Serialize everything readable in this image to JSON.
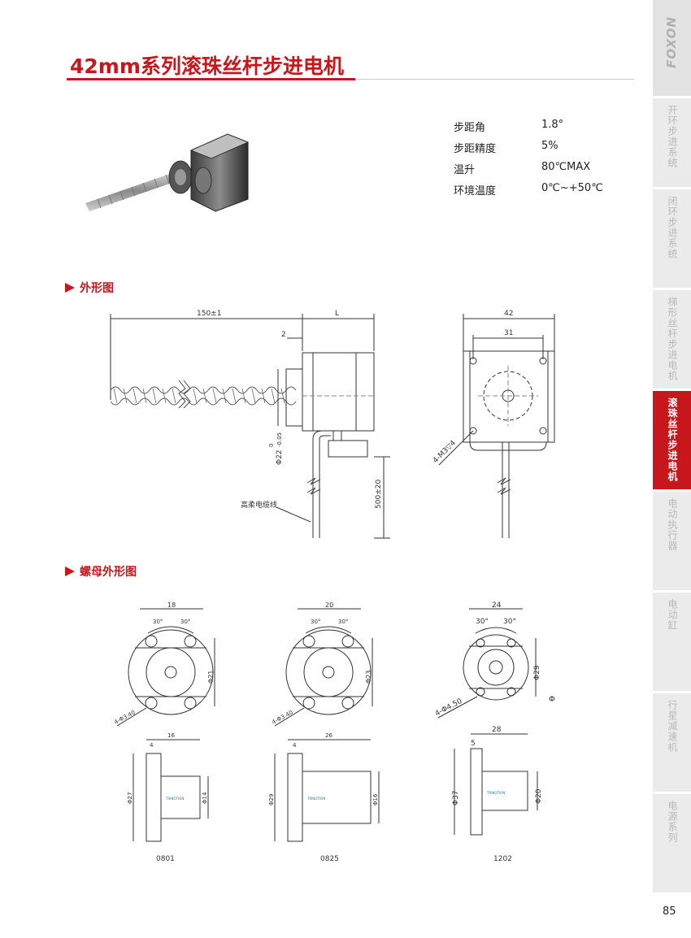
{
  "header": {
    "title": "42mm系列滚珠丝杆步进电机"
  },
  "sidebar": {
    "logo": "FOXON",
    "tabs": [
      {
        "label": "开环步进系统",
        "active": false
      },
      {
        "label": "闭环步进系统",
        "active": false
      },
      {
        "label": "梯形丝杆步进电机",
        "active": false
      },
      {
        "label": "滚珠丝杆步进电机",
        "active": true
      },
      {
        "label": "电动执行器",
        "active": false
      },
      {
        "label": "电动缸",
        "active": false
      },
      {
        "label": "行星减速机",
        "active": false
      },
      {
        "label": "电源系列",
        "active": false
      }
    ]
  },
  "specs": [
    {
      "label": "步距角",
      "value": "1.8°"
    },
    {
      "label": "步距精度",
      "value": "5%"
    },
    {
      "label": "温升",
      "value": "80℃MAX"
    },
    {
      "label": "环境温度",
      "value": "0℃~+50℃"
    }
  ],
  "sections": {
    "outline": "外形图",
    "nut_outline": "螺母外形图"
  },
  "outline_dims": {
    "length": "150±1",
    "L": "L",
    "d2": "2",
    "d42": "42",
    "d31": "31",
    "shaft": "Φ22",
    "tol_top": "0",
    "tol_bot": "-0.05",
    "screw": "4-M3▽4",
    "cable_len": "500±20",
    "cable_label": "高柔电缆线"
  },
  "nuts": [
    {
      "code": "0801",
      "top_w": "18",
      "angle1": "30°",
      "angle2": "30°",
      "holes": "4-Φ3.40",
      "pcd": "Φ21",
      "flange_t": "4",
      "body_len": "16",
      "flange_d": "Φ27",
      "body_d": "Φ14",
      "brand": "TRINOTION"
    },
    {
      "code": "0825",
      "top_w": "20",
      "angle1": "30°",
      "angle2": "30°",
      "holes": "4-Φ3.40",
      "pcd": "Φ23",
      "flange_t": "4",
      "body_len": "26",
      "flange_d": "Φ29",
      "body_d": "Φ16",
      "brand": "TRINOTION"
    },
    {
      "code": "1202",
      "top_w": "24",
      "angle1": "30°",
      "angle2": "30°",
      "holes": "4-Φ4.50",
      "pcd": "Φ29",
      "flange_t": "5",
      "body_len": "28",
      "flange_d": "Φ37",
      "body_d": "Φ20",
      "brand": "TRINOTION",
      "extra": "Φ"
    }
  ],
  "page_number": "85"
}
